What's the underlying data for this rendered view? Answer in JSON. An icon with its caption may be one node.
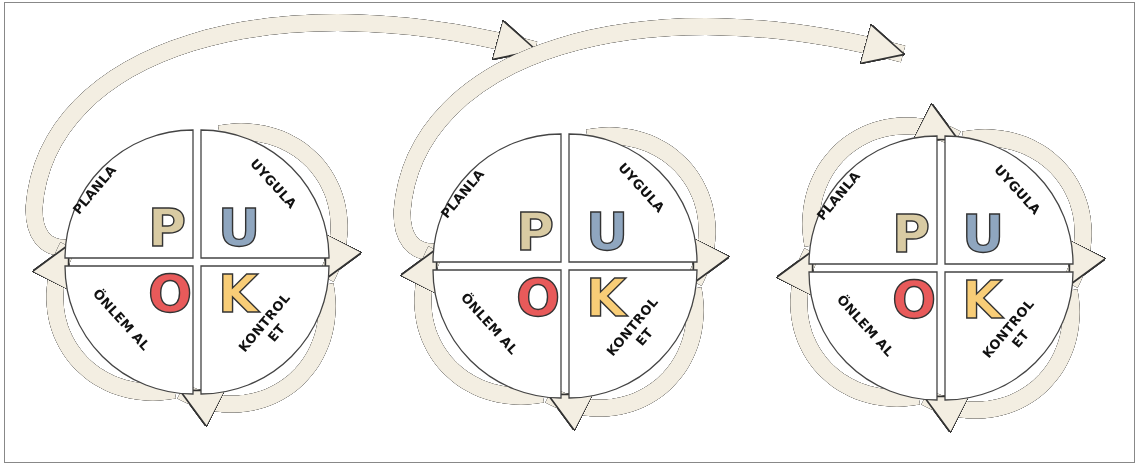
{
  "diagram": {
    "nodes": [
      {
        "text": [
          "PLANLA",
          "P"
        ]
      },
      {
        "text": [
          "UYGULA",
          "U"
        ]
      },
      {
        "text": [
          "ÖNLEM AL",
          "O"
        ]
      },
      {
        "text": [
          "KONTROL ET",
          "K"
        ]
      },
      {
        "text": [
          "PLANLA",
          "P"
        ]
      },
      {
        "text": [
          "UYGULA",
          "U"
        ]
      },
      {
        "text": [
          "ÖNLEM AL",
          "O"
        ]
      },
      {
        "text": [
          "KONTROL ET",
          "K"
        ]
      },
      {
        "text": [
          "PLANLA",
          "P"
        ]
      },
      {
        "text": [
          "UYGULA",
          "U"
        ]
      },
      {
        "text": [
          "ÖNLEM AL",
          "O"
        ]
      },
      {
        "text": [
          "KONTROL ET",
          "K"
        ]
      }
    ],
    "edges": [
      {
        "from": 0,
        "to": null,
        "arrow": "to"
      },
      {
        "from": 1,
        "to": 3,
        "arrow": "to"
      },
      {
        "from": 3,
        "to": 2,
        "arrow": "to"
      },
      {
        "from": 2,
        "to": 0,
        "arrow": "to"
      },
      {
        "from": 4,
        "to": null,
        "arrow": "to"
      },
      {
        "from": 5,
        "to": 7,
        "arrow": "to"
      },
      {
        "from": 7,
        "to": 6,
        "arrow": "to"
      },
      {
        "from": 6,
        "to": 4,
        "arrow": "to"
      },
      {
        "from": 8,
        "to": 9,
        "arrow": "to"
      },
      {
        "from": 9,
        "to": 11,
        "arrow": "to"
      },
      {
        "from": 11,
        "to": 10,
        "arrow": "to"
      },
      {
        "from": 10,
        "to": 8,
        "arrow": "to"
      }
    ]
  }
}
